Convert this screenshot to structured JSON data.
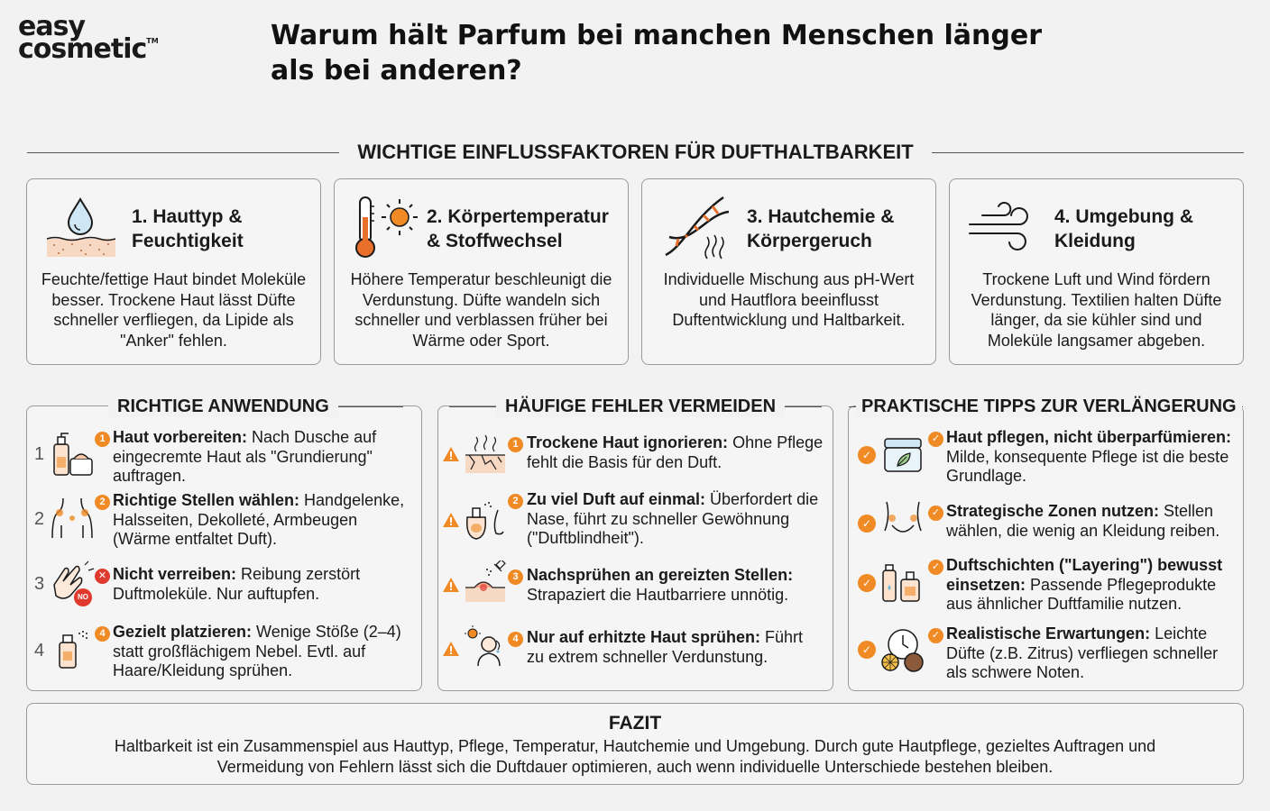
{
  "logo": {
    "line1": "easy",
    "line2": "cosmetic",
    "tm": "TM"
  },
  "title": "Warum hält Parfum bei manchen Menschen länger als bei anderen?",
  "factors_heading": "WICHTIGE EINFLUSSFAKTOREN FÜR DUFTHALTBARKEIT",
  "factors": [
    {
      "title": "1. Hauttyp & Feuchtigkeit",
      "desc": "Feuchte/fettige Haut bindet Moleküle besser. Trockene Haut lässt Düfte schneller verfliegen, da Lipide als \"Anker\" fehlen.",
      "icon": "water-drop-skin-icon"
    },
    {
      "title": "2. Körpertemperatur & Stoffwechsel",
      "desc": "Höhere Temperatur beschleunigt die Verdunstung. Düfte wandeln sich schneller und verblassen früher bei Wärme oder Sport.",
      "icon": "thermometer-sun-icon"
    },
    {
      "title": "3. Hautchemie & Körpergeruch",
      "desc": "Individuelle Mischung aus pH-Wert und Hautflora beeinflusst Duftentwicklung und Haltbarkeit.",
      "icon": "dna-icon"
    },
    {
      "title": "4. Umgebung & Kleidung",
      "desc": "Trockene Luft und Wind fördern Verdunstung. Textilien halten Düfte länger, da sie kühler sind und Moleküle langsamer abgeben.",
      "icon": "wind-icon"
    }
  ],
  "application": {
    "heading": "RICHTIGE ANWENDUNG",
    "items": [
      {
        "num": "1",
        "marker": "1",
        "bold": "Haut vorbereiten:",
        "text": " Nach Dusche auf eingecremte Haut als \"Grundierung\" auftragen."
      },
      {
        "num": "2",
        "marker": "2",
        "bold": "Richtige Stellen wählen:",
        "text": " Handgelenke, Halsseiten, Dekolleté, Armbeugen (Wärme entfaltet Duft)."
      },
      {
        "num": "3",
        "marker": "✕",
        "bold": "Nicht verreiben:",
        "text": " Reibung zerstört Duftmoleküle. Nur auftupfen.",
        "badge": "NO"
      },
      {
        "num": "4",
        "marker": "4",
        "bold": "Gezielt platzieren:",
        "text": " Wenige Stöße (2–4) statt großflächigem Nebel. Evtl. auf Haare/Kleidung sprühen."
      }
    ]
  },
  "mistakes": {
    "heading": "HÄUFIGE FEHLER VERMEIDEN",
    "items": [
      {
        "marker": "1",
        "bold": "Trockene Haut ignorieren:",
        "text": " Ohne Pflege fehlt die Basis für den Duft."
      },
      {
        "marker": "2",
        "bold": "Zu viel Duft auf einmal:",
        "text": " Überfordert die Nase, führt zu schneller Gewöhnung (\"Duftblindheit\")."
      },
      {
        "marker": "3",
        "bold": "Nachsprühen an gereizten Stellen:",
        "text": " Strapaziert die Hautbarriere unnötig."
      },
      {
        "marker": "4",
        "bold": "Nur auf erhitzte Haut sprühen:",
        "text": " Führt zu extrem schneller Verdunstung."
      }
    ]
  },
  "tips": {
    "heading": "PRAKTISCHE TIPPS ZUR VERLÄNGERUNG",
    "items": [
      {
        "bold": "Haut pflegen, nicht überparfümieren:",
        "text": " Milde, konsequente Pflege ist die beste Grundlage."
      },
      {
        "bold": "Strategische Zonen nutzen:",
        "text": " Stellen wählen, die wenig an Kleidung reiben."
      },
      {
        "bold": "Duftschichten (\"Layering\") bewusst einsetzen:",
        "text": " Passende Pflegeprodukte aus ähnlicher Duftfamilie nutzen."
      },
      {
        "bold": "Realistische Erwartungen:",
        "text": " Leichte Düfte (z.B. Zitrus) verfliegen schneller als schwere Noten."
      }
    ]
  },
  "fazit": {
    "heading": "FAZIT",
    "text": "Haltbarkeit ist ein Zusammenspiel aus Hauttyp, Pflege, Temperatur, Hautchemie und Umgebung. Durch gute Hautpflege, gezieltes Auftragen und Vermeidung von Fehlern lässt sich die Duftdauer optimieren, auch wenn individuelle Unterschiede bestehen bleiben."
  },
  "colors": {
    "accent": "#f08a24",
    "danger": "#e03a2f",
    "border": "#9a9a9a"
  }
}
